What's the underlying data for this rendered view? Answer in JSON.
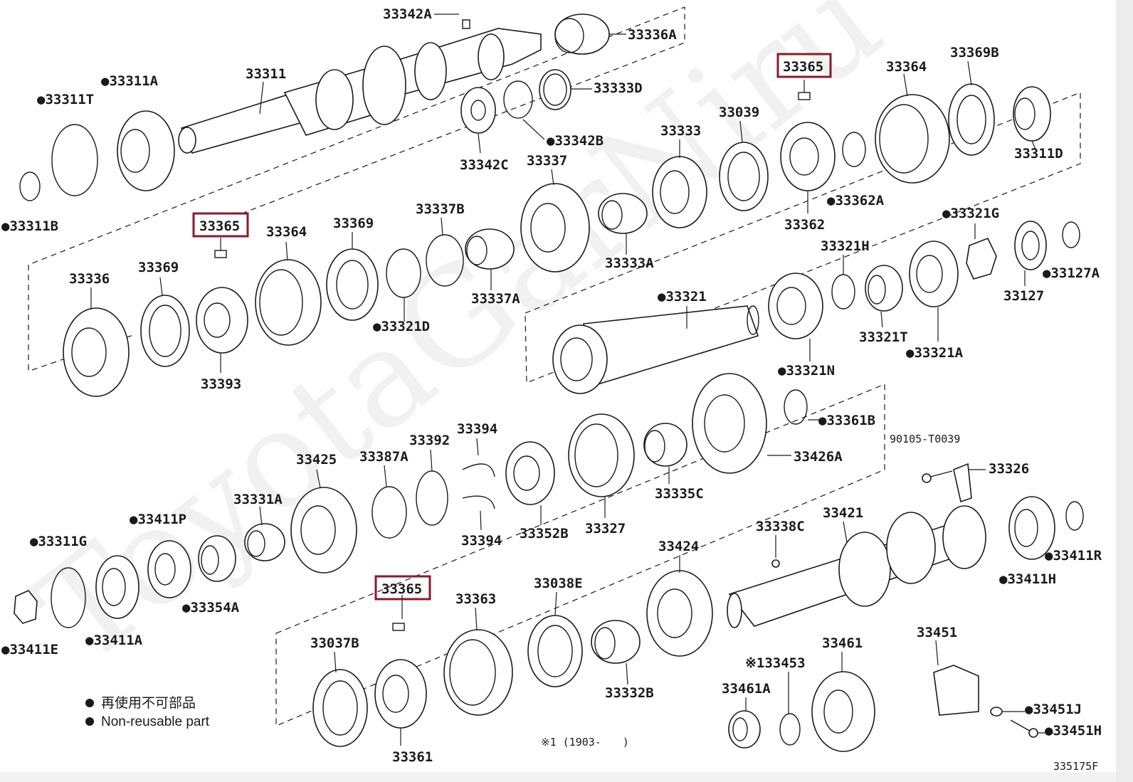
{
  "diagram": {
    "watermark": "ToyotaGarNiru",
    "figure_id": "335175F",
    "legend": {
      "jp": "再使用不可部品",
      "en": "Non-reusable part"
    },
    "footnote": "※1 (1903-　　)",
    "highlighted_part": "33365",
    "parts": {
      "p33342A": "33342A",
      "p33336A": "33336A",
      "p33311": "33311",
      "p33311A": "●33311A",
      "p33311T": "●33311T",
      "p33311B": "●33311B",
      "p33333D": "33333D",
      "p33342B": "●33342B",
      "p33342C": "33342C",
      "p33365a": "33365",
      "p33364a": "33364",
      "p33369B": "33369B",
      "p33311D": "33311D",
      "p33039": "33039",
      "p33333": "33333",
      "p33337": "33337",
      "p33362A": "●33362A",
      "p33362": "33362",
      "p33365b": "33365",
      "p33364b": "33364",
      "p33369a": "33369",
      "p33337B": "33337B",
      "p33336": "33336",
      "p33369b": "33369",
      "p33393": "33393",
      "p33321D": "●33321D",
      "p33337A": "33337A",
      "p33333A": "33333A",
      "p33321G": "●33321G",
      "p33321H": "33321H",
      "p33127A": "●33127A",
      "p33127": "33127",
      "p33321": "●33321",
      "p33321T": "33321T",
      "p33321A": "●33321A",
      "p33321N": "●33321N",
      "p33361B": "●33361B",
      "p90105": "90105-T0039",
      "p33326": "33326",
      "p33426A": "33426A",
      "p33425": "33425",
      "p33387A": "33387A",
      "p33392": "33392",
      "p33394a": "33394",
      "p33394b": "33394",
      "p33352B": "33352B",
      "p33327": "33327",
      "p33335C": "33335C",
      "p33331A": "33331A",
      "p33411P": "●33411P",
      "p33311G": "●33311G",
      "p33354A": "●33354A",
      "p33411A": "●33411A",
      "p33411E": "●33411E",
      "p33338C": "33338C",
      "p33421": "33421",
      "p33411R": "●33411R",
      "p33411H": "●33411H",
      "p33424": "33424",
      "p33365c": "33365",
      "p33363": "33363",
      "p33038E": "33038E",
      "p33037B": "33037B",
      "p33332B": "33332B",
      "p33453": "※133453",
      "p33461": "33461",
      "p33461A": "33461A",
      "p33451": "33451",
      "p33451J": "●33451J",
      "p33451H": "●33451H",
      "p33361": "33361"
    }
  }
}
